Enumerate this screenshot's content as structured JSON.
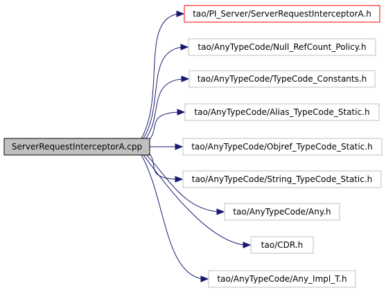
{
  "source": {
    "label": "ServerRequestInterceptorA.cpp"
  },
  "targets": [
    {
      "label": "tao/PI_Server/ServerRequestInterceptorA.h",
      "highlighted": true
    },
    {
      "label": "tao/AnyTypeCode/Null_RefCount_Policy.h",
      "highlighted": false
    },
    {
      "label": "tao/AnyTypeCode/TypeCode_Constants.h",
      "highlighted": false
    },
    {
      "label": "tao/AnyTypeCode/Alias_TypeCode_Static.h",
      "highlighted": false
    },
    {
      "label": "tao/AnyTypeCode/Objref_TypeCode_Static.h",
      "highlighted": false
    },
    {
      "label": "tao/AnyTypeCode/String_TypeCode_Static.h",
      "highlighted": false
    },
    {
      "label": "tao/AnyTypeCode/Any.h",
      "highlighted": false
    },
    {
      "label": "tao/CDR.h",
      "highlighted": false
    },
    {
      "label": "tao/AnyTypeCode/Any_Impl_T.h",
      "highlighted": false
    }
  ],
  "colors": {
    "source_fill": "#bfbfbf",
    "source_border": "#000000",
    "target_border": "#bfbfbf",
    "highlight_border": "#ff0000",
    "edge": "#191970"
  }
}
